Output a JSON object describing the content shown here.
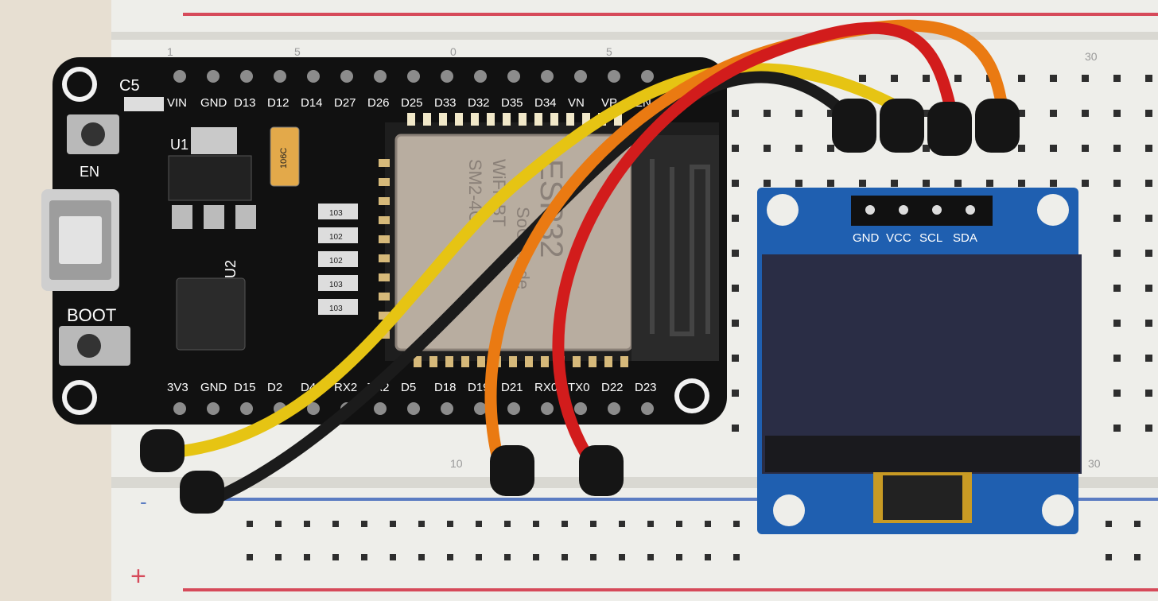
{
  "esp32": {
    "top_pins": [
      "VIN",
      "GND",
      "D13",
      "D12",
      "D14",
      "D27",
      "D26",
      "D25",
      "D33",
      "D32",
      "D35",
      "D34",
      "VN",
      "VP",
      "EN"
    ],
    "bottom_pins": [
      "3V3",
      "GND",
      "D15",
      "D2",
      "D4",
      "RX2",
      "TX2",
      "D5",
      "D18",
      "D19",
      "D21",
      "RX0",
      "TX0",
      "D22",
      "D23"
    ],
    "labels": {
      "c5": "C5",
      "en": "EN",
      "u1": "U1",
      "u2": "U2",
      "boot": "BOOT",
      "capacitor": "106C",
      "resistors": [
        "103",
        "102",
        "102",
        "103",
        "103"
      ]
    },
    "module": {
      "line1": "WiFi+BT",
      "line2": "SM2-4G",
      "line3": "ESP32",
      "line4": "SoC Mode"
    }
  },
  "oled": {
    "pins": [
      "GND",
      "VCC",
      "SCL",
      "SDA"
    ]
  },
  "breadboard": {
    "column_numbers": [
      "1",
      "5",
      "0",
      "5",
      "30",
      "10",
      "30"
    ],
    "rail_minus": "-",
    "rail_plus": "+"
  },
  "colors": {
    "pcb": "#111111",
    "oled_board": "#1f5fb0",
    "oled_screen": "#2a2d45",
    "breadboard": "#eeeeea",
    "rail_red": "#d64a5a",
    "rail_blue": "#5b7cc2",
    "wire_yellow": "#e6c413",
    "wire_black": "#1b1b1b",
    "wire_orange": "#ea7a12",
    "wire_red": "#d21c1c"
  }
}
